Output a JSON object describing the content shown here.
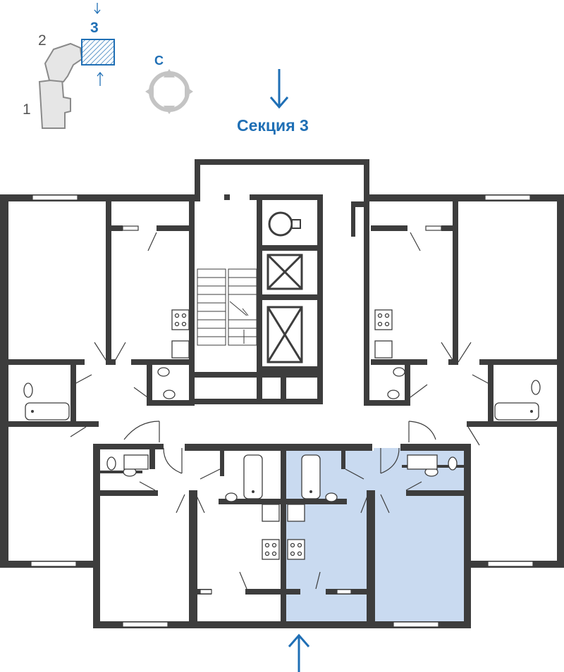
{
  "section_label": "Секция 3",
  "key_plan": {
    "sections": [
      {
        "number": "1",
        "color": "#555555"
      },
      {
        "number": "2",
        "color": "#555555"
      },
      {
        "number": "3",
        "color": "#1f6fb5"
      }
    ],
    "highlight_color": "#1f6fb5"
  },
  "compass": {
    "north_label": "С",
    "color": "#bfbfbf"
  },
  "colors": {
    "wall": "#3d3d3d",
    "selected_apartment": "#c9daf0",
    "accent": "#1f6fb5"
  },
  "icons": [
    "entrance-arrow-icon",
    "compass-icon",
    "key-plan-icon"
  ]
}
